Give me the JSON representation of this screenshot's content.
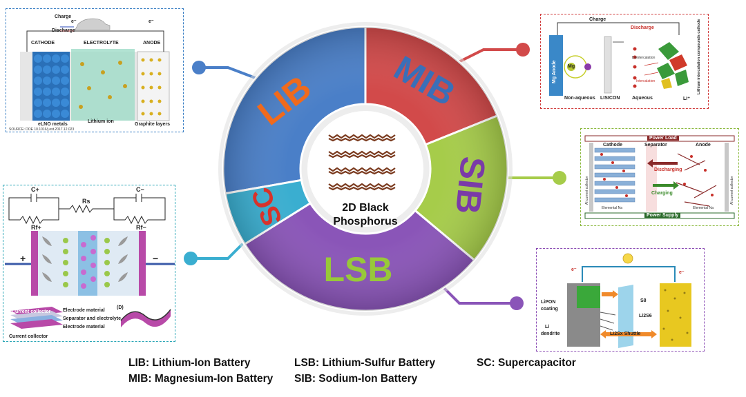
{
  "ring": {
    "center_title_line1": "2D Black",
    "center_title_line2": "Phosphorus",
    "segments": [
      {
        "key": "lib",
        "label": "LIB",
        "fill": "#4a7fc8",
        "text_color": "#f06a1c"
      },
      {
        "key": "mib",
        "label": "MIB",
        "fill": "#d24a4a",
        "text_color": "#3a6fb8"
      },
      {
        "key": "sib",
        "label": "SIB",
        "fill": "#a6cc4a",
        "text_color": "#7a3aa8"
      },
      {
        "key": "lsb",
        "label": "LSB",
        "fill": "#8a55b8",
        "text_color": "#98c83a"
      },
      {
        "key": "sc",
        "label": "SC",
        "fill": "#3aaed0",
        "text_color": "#d8322a"
      }
    ]
  },
  "legend": {
    "lib": "LIB: Lithium-Ion Battery",
    "mib": "MIB: Magnesium-Ion Battery",
    "lsb": "LSB: Lithium-Sulfur Battery",
    "sib": "SIB: Sodium-Ion Battery",
    "sc": "SC: Supercapacitor"
  },
  "lib_panel": {
    "charge": "Charge",
    "discharge": "Discharge",
    "electron_symbol": "e⁻",
    "cathode": "CATHODE",
    "electrolyte": "ELECTROLYTE",
    "anode": "ANODE",
    "elno_metals": "eLNO metals",
    "lithium_ion": "Lithium ion",
    "graphite_layers": "Graphite layers",
    "source": "SOURCE: DOE 10.1016/j.est.2017.12.023"
  },
  "mib_panel": {
    "charge": "Charge",
    "discharge": "Discharge",
    "mg_anode": "Mg Anode",
    "mg": "Mg",
    "non_aqueous": "Non-aqueous",
    "lisicon": "LISICON",
    "aqueous": "Aqueous",
    "deintercalation": "Deintercalation",
    "intercalation": "Intercalation",
    "cathode_label": "Lithium intercalation compounds cathode",
    "li_ion": "Li⁺"
  },
  "sib_panel": {
    "power_load": "Power Load",
    "power_supply": "Power Supply",
    "cathode": "Cathode",
    "separator": "Separator",
    "anode": "Anode",
    "discharging": "Discharging",
    "charging": "Charging",
    "left_collector": "Al current collector",
    "right_collector": "Al current collector",
    "elemental_na_left": "Elemental Na",
    "elemental_na_right": "Elemental Na"
  },
  "sc_panel": {
    "c_plus": "C+",
    "c_minus": "C−",
    "rs": "Rs",
    "rf_plus": "Rf+",
    "rf_minus": "Rf−",
    "plus": "+",
    "minus": "−",
    "current_collector_top": "Current collector",
    "electrode_material_top": "Electrode material",
    "separator_electrolyte": "Separator and electrolyte",
    "electrode_material_bottom": "Electrode material",
    "current_collector_bottom": "Current collector",
    "figure_d": "(D)"
  },
  "lsb_panel": {
    "e_left": "e⁻",
    "e_right": "e⁻",
    "lipon": "LiPON",
    "coating": "coating",
    "li": "Li",
    "dendrite": "dendrite",
    "s8": "S8",
    "li2s6": "Li2S6",
    "shuttle": "Li2Sx Shuttle"
  }
}
